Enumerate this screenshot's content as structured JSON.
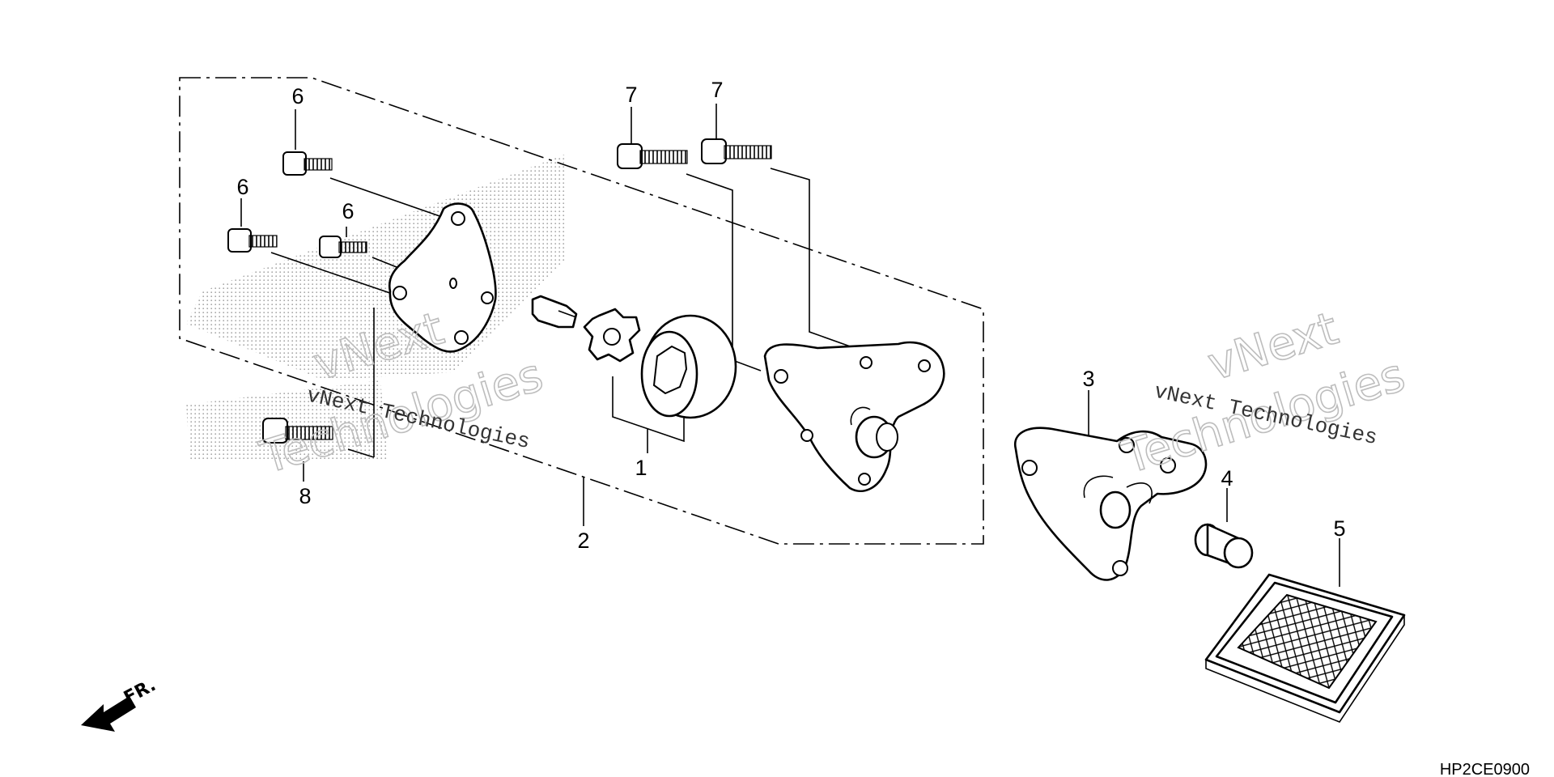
{
  "diagram": {
    "callouts": {
      "p1": "1",
      "p2": "2",
      "p3": "3",
      "p4": "4",
      "p5": "5",
      "p6a": "6",
      "p6b": "6",
      "p6c": "6",
      "p7a": "7",
      "p7b": "7",
      "p8": "8"
    },
    "direction_label": "FR.",
    "diagram_code": "HP2CE0900"
  },
  "watermark": {
    "small_text": "vNext Technologies",
    "large_line1": "vNext",
    "large_line2": "Technologies"
  }
}
